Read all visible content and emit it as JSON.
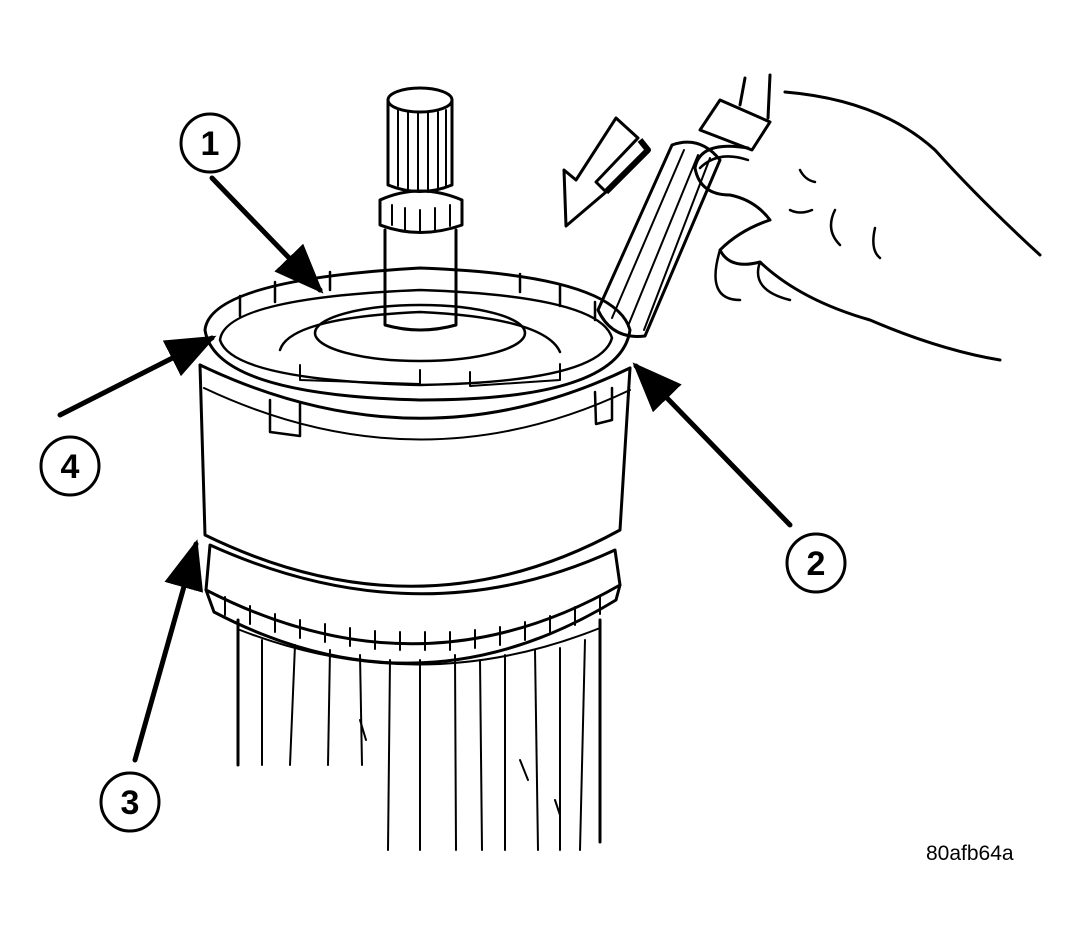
{
  "callouts": [
    {
      "id": "1",
      "label": "1"
    },
    {
      "id": "2",
      "label": "2"
    },
    {
      "id": "3",
      "label": "3"
    },
    {
      "id": "4",
      "label": "4"
    }
  ],
  "figure_id": "80afb64a",
  "colors": {
    "ink": "#000000",
    "paper": "#ffffff"
  }
}
